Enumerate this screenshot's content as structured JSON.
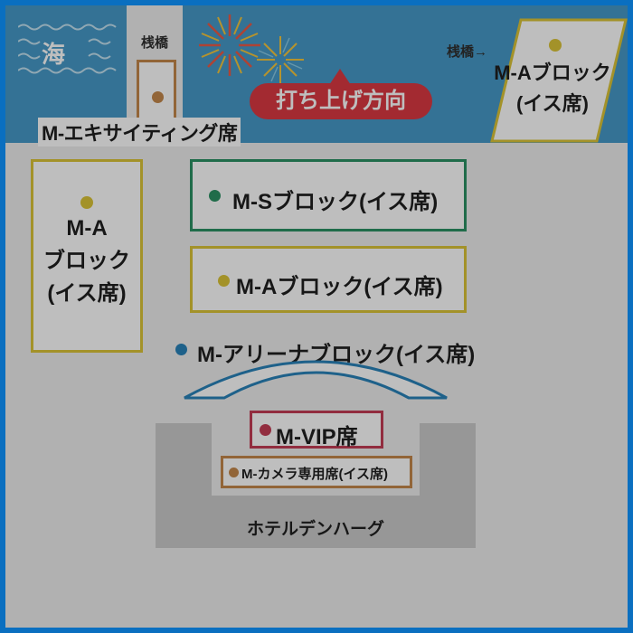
{
  "sea": {
    "label": "海"
  },
  "pier_left": {
    "label": "桟橋"
  },
  "pier_right": {
    "label": "桟橋→"
  },
  "launch": {
    "label": "打ち上げ方向"
  },
  "exciting": {
    "label": "M-エキサイティング席"
  },
  "ma_right": {
    "line1": "M-Aブロック",
    "line2": "(イス席)"
  },
  "ma_left": {
    "line1": "M-A",
    "line2": "ブロック",
    "line3": "(イス席)"
  },
  "ms_block": {
    "label": "M-Sブロック(イス席)"
  },
  "ma_mid": {
    "label": "M-Aブロック(イス席)"
  },
  "arena": {
    "label": "M-アリーナブロック(イス席)"
  },
  "vip": {
    "label": "M-VIP席"
  },
  "camera": {
    "label": "M-カメラ専用席(イス席)"
  },
  "hotel": {
    "label": "ホテルデンハーグ"
  },
  "colors": {
    "sea": "#3a92c4",
    "gold": "#d9c02a",
    "green": "#1e8a5a",
    "blue": "#1a7ab5",
    "red": "#c0304a",
    "orange": "#c08040",
    "launch": "#d92b36"
  }
}
